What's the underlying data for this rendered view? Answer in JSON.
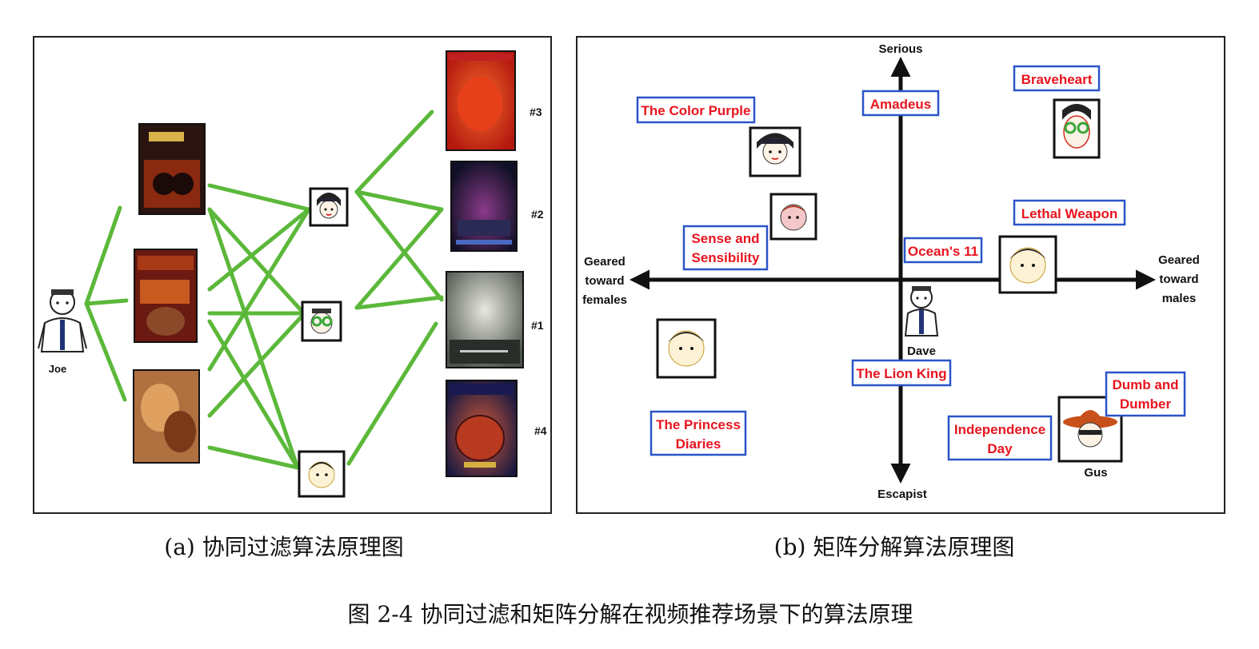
{
  "panel_a": {
    "user_label": "Joe",
    "rank_labels": [
      "#3",
      "#2",
      "#1",
      "#4"
    ],
    "caption": "(a)  协同过滤算法原理图"
  },
  "panel_b": {
    "axis_top": "Serious",
    "axis_bottom": "Escapist",
    "axis_left": [
      "Geared",
      "toward",
      "females"
    ],
    "axis_right": [
      "Geared",
      "toward",
      "males"
    ],
    "movies": [
      {
        "lines": [
          "Braveheart"
        ]
      },
      {
        "lines": [
          "Amadeus"
        ]
      },
      {
        "lines": [
          "The Color Purple"
        ]
      },
      {
        "lines": [
          "Lethal Weapon"
        ]
      },
      {
        "lines": [
          "Sense and",
          "Sensibility"
        ]
      },
      {
        "lines": [
          "Ocean's 11"
        ]
      },
      {
        "lines": [
          "The Lion King"
        ]
      },
      {
        "lines": [
          "Dumb and",
          "Dumber"
        ]
      },
      {
        "lines": [
          "Independence",
          "Day"
        ]
      },
      {
        "lines": [
          "The Princess",
          "Diaries"
        ]
      }
    ],
    "user_labels": [
      "Dave",
      "Gus"
    ],
    "caption": "(b)  矩阵分解算法原理图"
  },
  "figure_caption": "图 2-4    协同过滤和矩阵分解在视频推荐场景下的算法原理",
  "colors": {
    "edge": "#5cb83a",
    "movie_text": "#e8141e",
    "movie_border": "#2a55c8",
    "axis": "#111111"
  }
}
